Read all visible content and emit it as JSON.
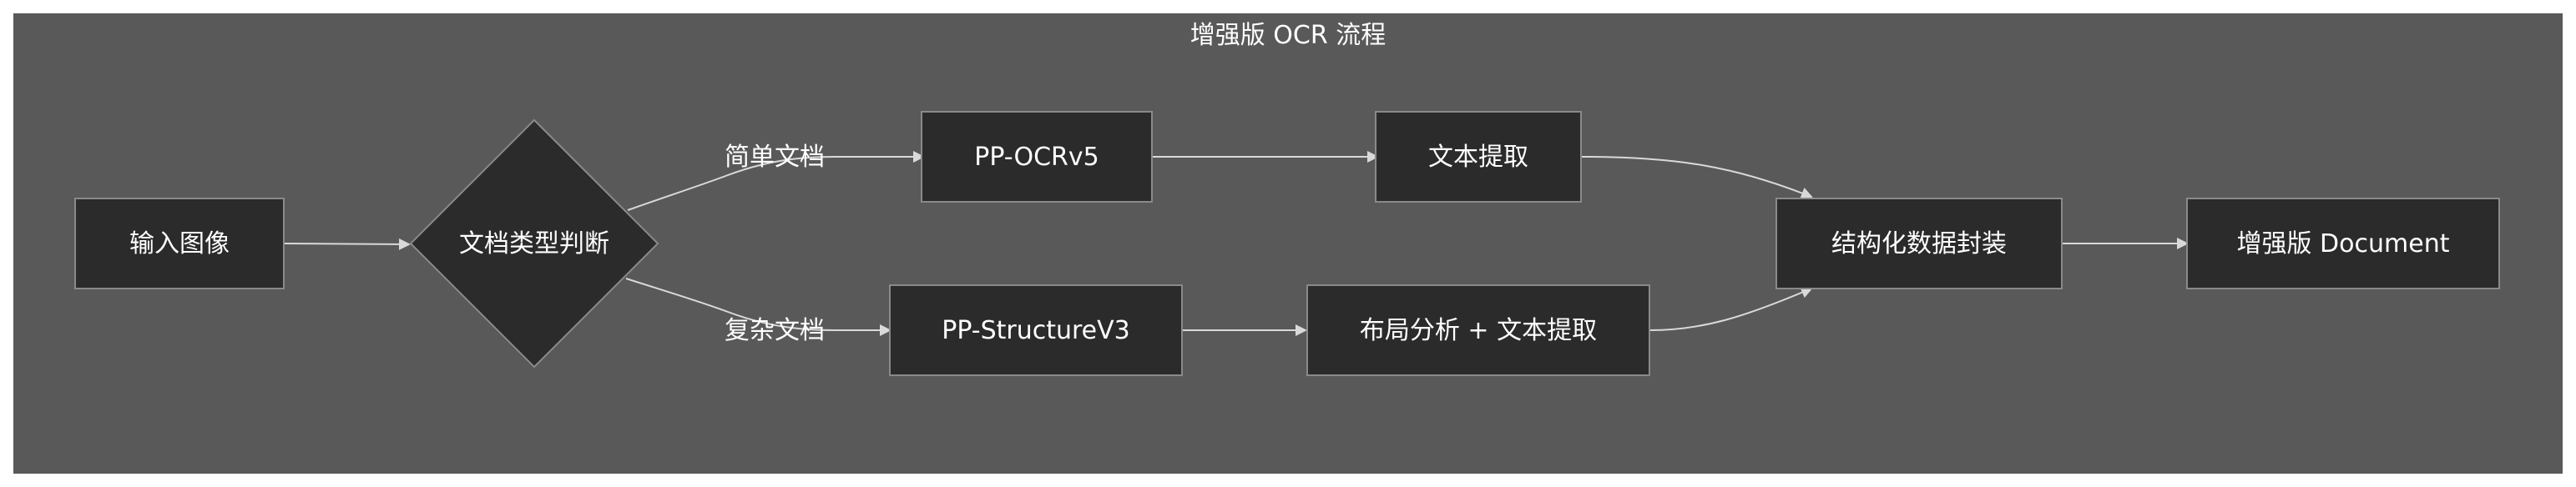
{
  "title": "增强版 OCR 流程",
  "nodes": {
    "input": "输入图像",
    "decision": "文档类型判断",
    "ocr": "PP-OCRv5",
    "structure": "PP-StructureV3",
    "text_extract": "文本提取",
    "layout_extract": "布局分析 + 文本提取",
    "wrap": "结构化数据封装",
    "output": "增强版 Document"
  },
  "edge_labels": {
    "simple": "简单文档",
    "complex": "复杂文档"
  },
  "colors": {
    "canvas_bg": "#595959",
    "node_fill": "#2b2b2b",
    "node_stroke": "#8a8a8a",
    "edge": "#d9d9d9",
    "text": "#ffffff"
  }
}
